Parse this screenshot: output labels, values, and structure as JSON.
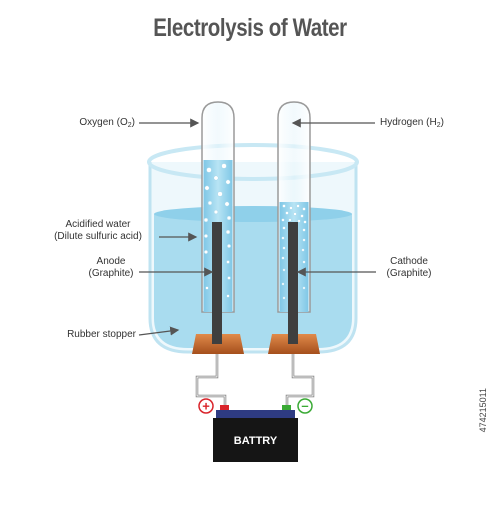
{
  "title": "Electrolysis of Water",
  "labels": {
    "oxygen_prefix": "Oxygen (O",
    "oxygen_sub": "2",
    "oxygen_suffix": ")",
    "hydrogen_prefix": "Hydrogen (H",
    "hydrogen_sub": "2",
    "hydrogen_suffix": ")",
    "acidified_water_line1": "Acidified water",
    "acidified_water_line2": "(Dilute sulfuric acid)",
    "anode_line1": "Anode",
    "anode_line2": "(Graphite)",
    "cathode_line1": "Cathode",
    "cathode_line2": "(Graphite)",
    "rubber_stopper": "Rubber stopper",
    "battery": "BATTRY",
    "plus_symbol": "+",
    "minus_symbol": "–"
  },
  "stock_id": "474215011",
  "colors": {
    "water": "#a9dcef",
    "beaker_glass": "#dcf1f9",
    "electrode": "#3f3f3f",
    "stopper": "#c8682a",
    "battery_body": "#151515",
    "battery_top": "#2e3b82",
    "terminal_positive": "#d9232a",
    "terminal_negative": "#3aaa35",
    "arrow": "#555555"
  }
}
